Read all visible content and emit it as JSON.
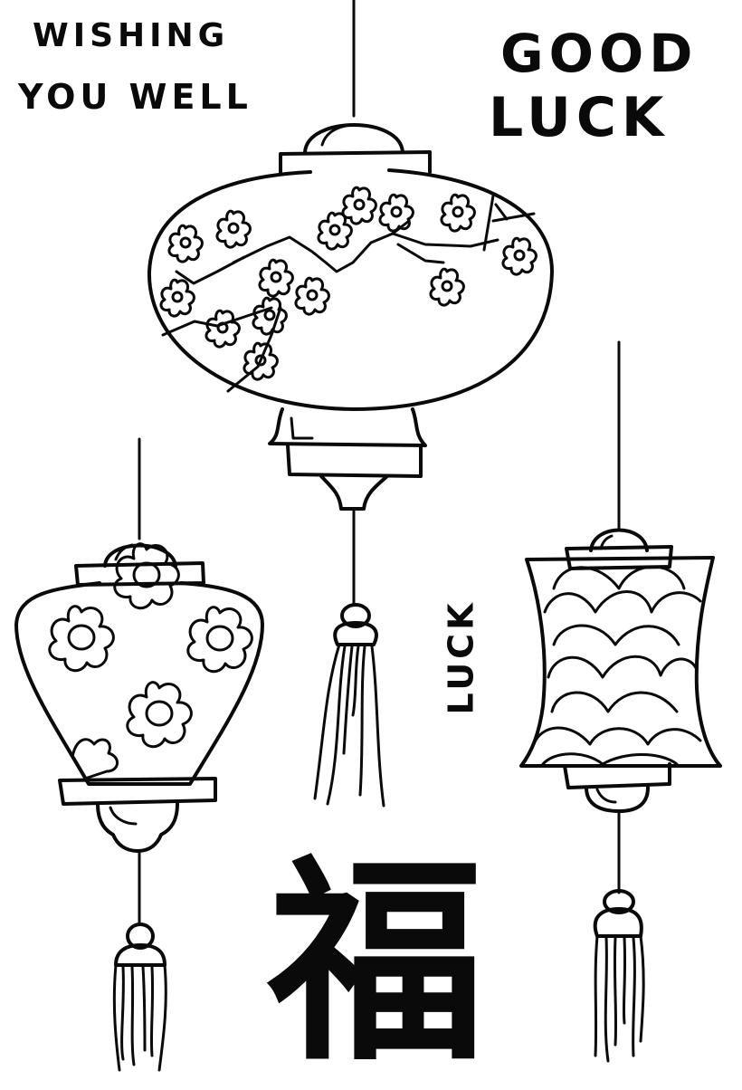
{
  "stamps": {
    "wishing_line1": "WISHING",
    "wishing_line2": "YOU WELL",
    "good": "GOOD",
    "luck_big": "LUCK",
    "luck_vertical": "LUCK",
    "fu_character": "福"
  },
  "lanterns": [
    {
      "name": "round-cherry-blossom-lantern",
      "pattern": "cherry-blossom-branch"
    },
    {
      "name": "bell-flower-lantern",
      "pattern": "five-petal-flowers"
    },
    {
      "name": "hourglass-scale-lantern",
      "pattern": "fish-scale"
    }
  ],
  "colors": {
    "ink": "#0a0a0a",
    "paper": "#ffffff"
  }
}
